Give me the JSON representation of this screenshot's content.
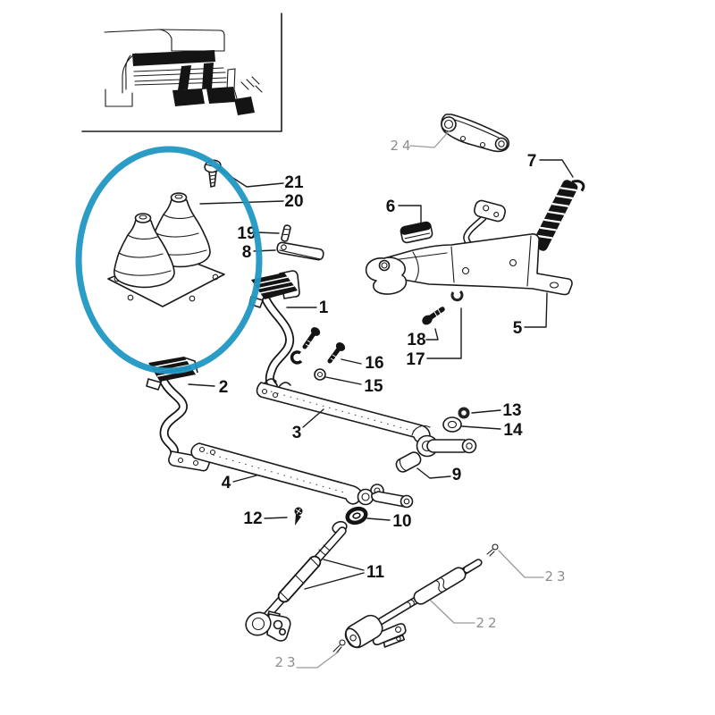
{
  "figure": {
    "kind": "exploded parts diagram",
    "colors": {
      "highlight": "#1f97c2",
      "ink": "#1b1b1b",
      "muted_label": "#8e8e8e",
      "paper": "#ffffff"
    }
  },
  "callouts": [
    {
      "ref": "1",
      "shade": "black"
    },
    {
      "ref": "2",
      "shade": "black"
    },
    {
      "ref": "3",
      "shade": "black"
    },
    {
      "ref": "4",
      "shade": "black"
    },
    {
      "ref": "5",
      "shade": "black"
    },
    {
      "ref": "6",
      "shade": "black"
    },
    {
      "ref": "7",
      "shade": "black"
    },
    {
      "ref": "8",
      "shade": "black"
    },
    {
      "ref": "9",
      "shade": "black"
    },
    {
      "ref": "10",
      "shade": "black"
    },
    {
      "ref": "11",
      "shade": "black"
    },
    {
      "ref": "12",
      "shade": "black"
    },
    {
      "ref": "13",
      "shade": "black"
    },
    {
      "ref": "14",
      "shade": "black"
    },
    {
      "ref": "15",
      "shade": "black"
    },
    {
      "ref": "16",
      "shade": "black"
    },
    {
      "ref": "17",
      "shade": "black"
    },
    {
      "ref": "18",
      "shade": "black"
    },
    {
      "ref": "19",
      "shade": "black"
    },
    {
      "ref": "20",
      "shade": "black"
    },
    {
      "ref": "21",
      "shade": "black"
    },
    {
      "ref": "22",
      "shade": "gray"
    },
    {
      "ref": "23",
      "shade": "gray"
    },
    {
      "ref": "23",
      "shade": "gray"
    },
    {
      "ref": "24",
      "shade": "gray"
    }
  ]
}
